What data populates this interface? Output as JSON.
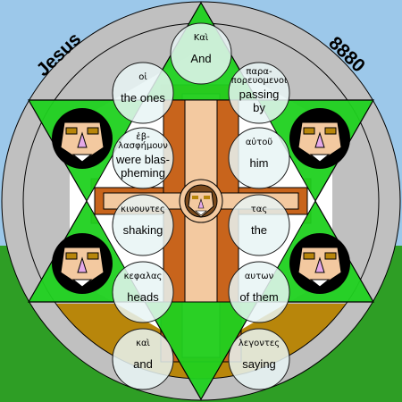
{
  "header": {
    "left_label": "Jesus",
    "right_label": "8880"
  },
  "colors": {
    "ring": "#c0c0c0",
    "sky": "#9cc8ea",
    "ground": "#2e9e25",
    "earth": "#b8860b",
    "star": "#1fd11f",
    "cross_light": "#f3c9a0",
    "cross_dark": "#c8641c",
    "circle_fill": "#e8f4f4",
    "circle_stroke": "#1a1a1a"
  },
  "words": [
    {
      "greek": "Καὶ",
      "english": [
        "And"
      ]
    },
    {
      "greek": "οἱ",
      "english": [
        "the ones"
      ]
    },
    {
      "greek": [
        "παρα-",
        "πορευομενοι"
      ],
      "english": [
        "passing",
        "by"
      ]
    },
    {
      "greek": [
        "ἐβ-",
        "λασφήμουν"
      ],
      "english": [
        "were blas-",
        "pheming"
      ]
    },
    {
      "greek": "αὐτοῦ",
      "english": [
        "him"
      ]
    },
    {
      "greek": "κινουντες",
      "english": [
        "shaking"
      ]
    },
    {
      "greek": "τας",
      "english": [
        "the"
      ]
    },
    {
      "greek": "κεφαλας",
      "english": [
        "heads"
      ]
    },
    {
      "greek": "αυτων",
      "english": [
        "of them"
      ]
    },
    {
      "greek": "καὶ",
      "english": [
        "and"
      ]
    },
    {
      "greek": "λεγοντες",
      "english": [
        "saying"
      ]
    }
  ],
  "icons": [
    "face-icon",
    "halo-face-icon"
  ]
}
